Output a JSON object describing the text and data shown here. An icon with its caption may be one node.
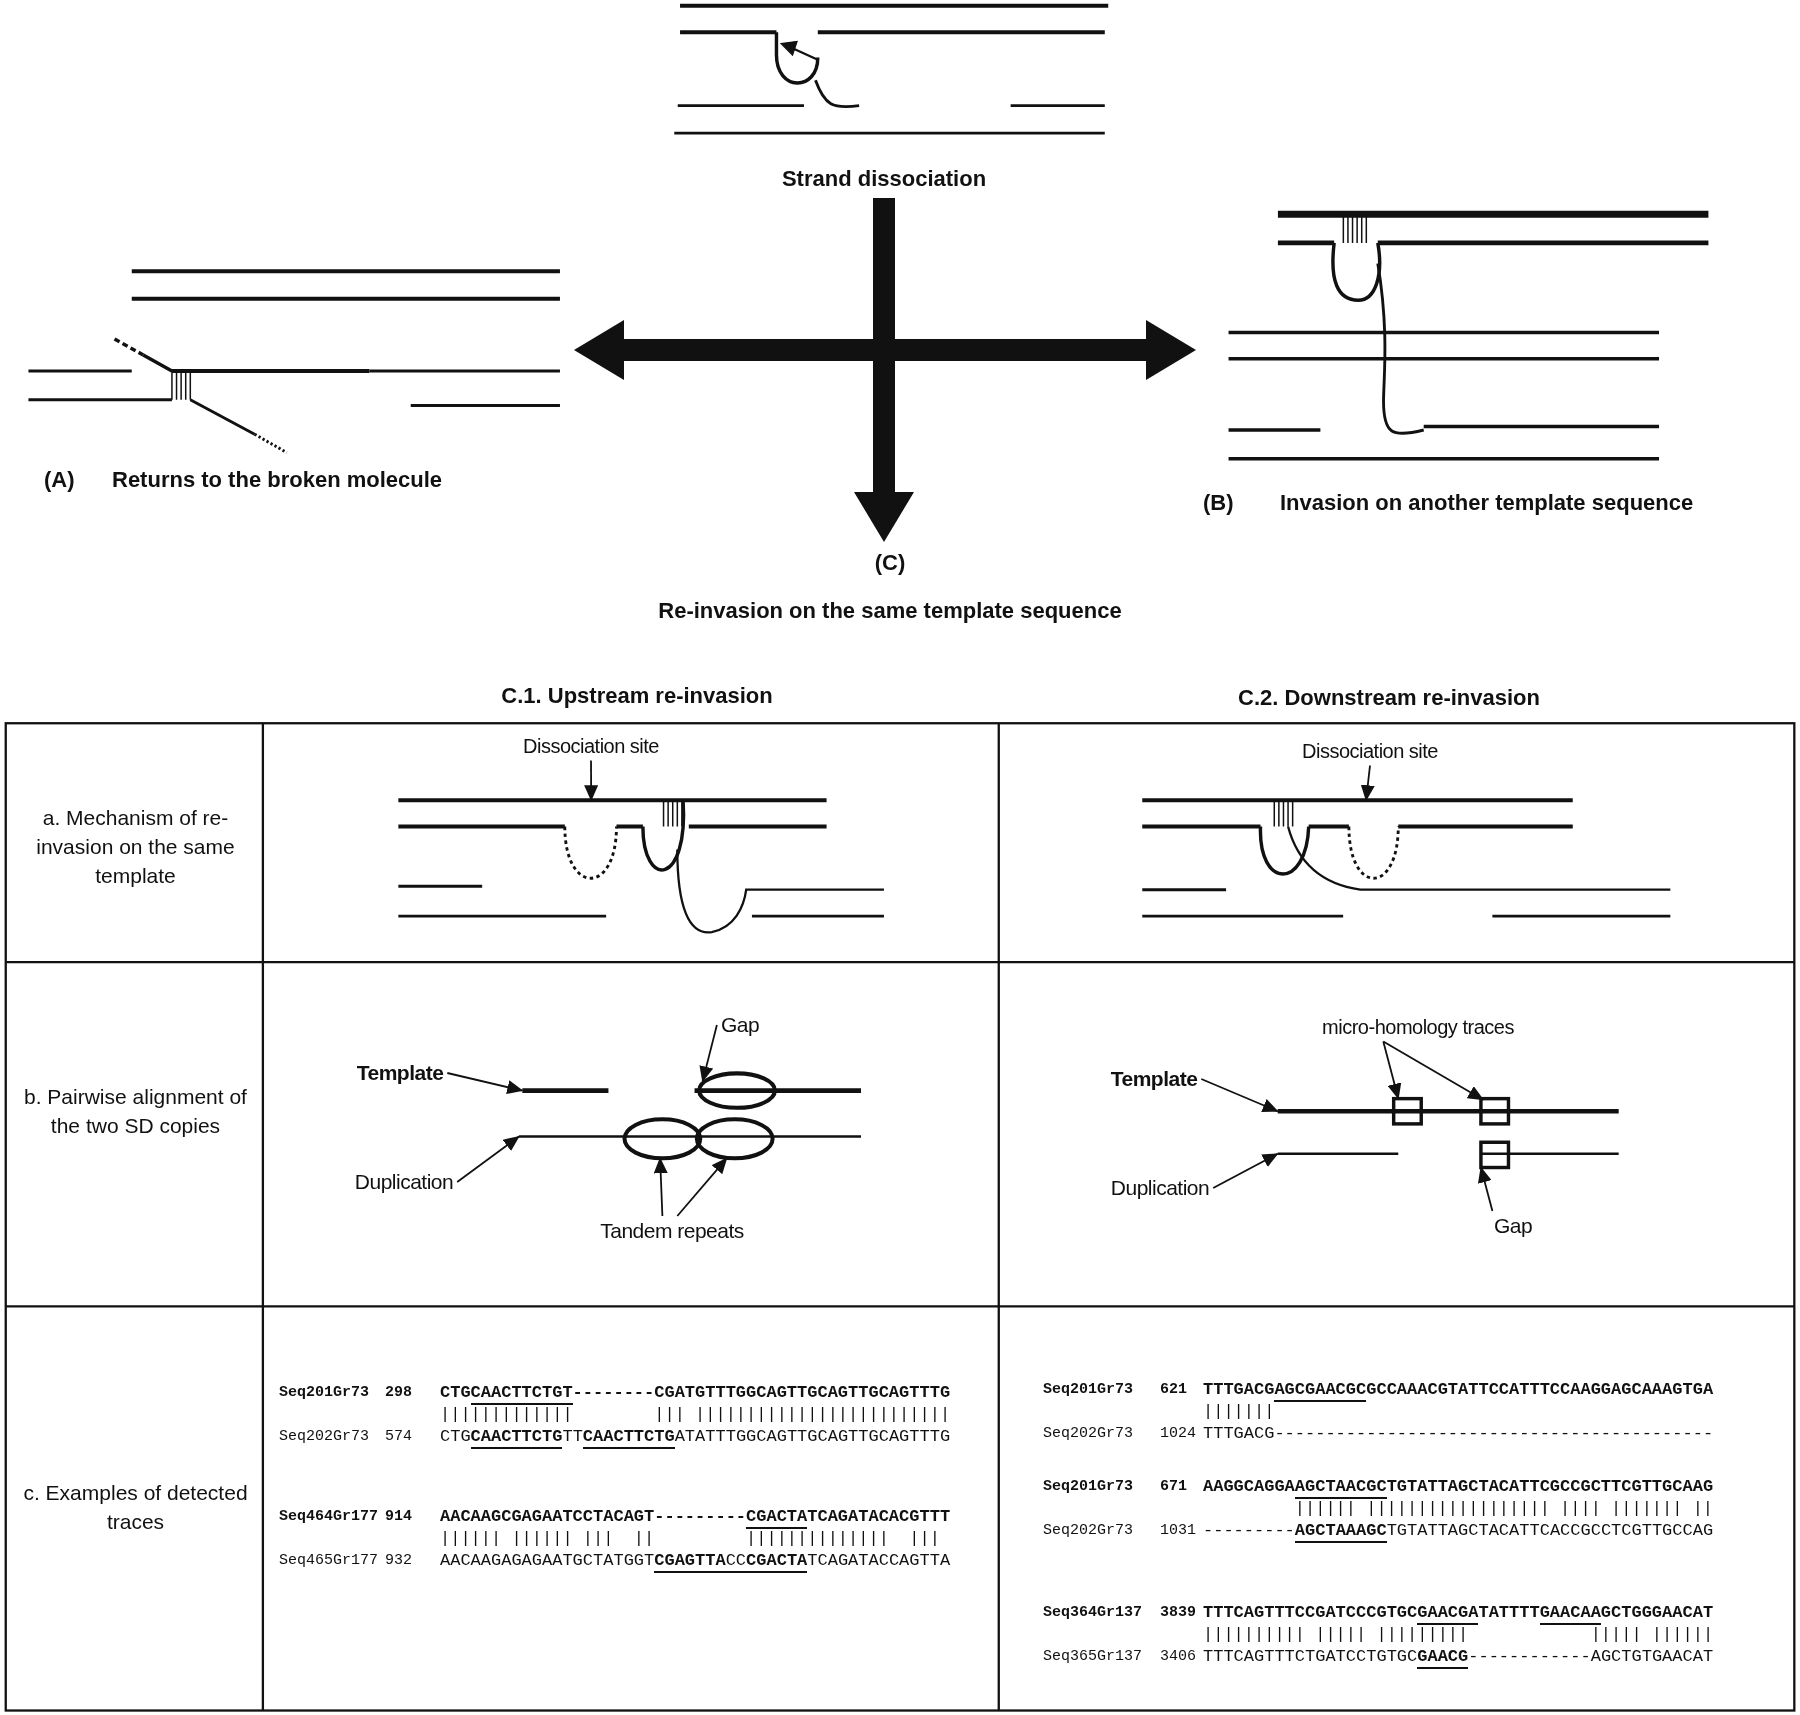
{
  "diagram": {
    "nodes": [
      {
        "text": [
          "Strand dissociation"
        ]
      },
      {
        "text": [
          "(A)",
          "Returns to the broken molecule"
        ]
      },
      {
        "text": [
          "(B)",
          "Invasion on another template sequence"
        ]
      },
      {
        "text": [
          "(C)",
          "Re-invasion on the same template sequence"
        ]
      },
      {
        "text": [
          "Dissociation site"
        ]
      },
      {
        "text": [
          "Dissociation site"
        ]
      },
      {
        "text": [
          "Gap"
        ]
      },
      {
        "text": [
          "Template"
        ]
      },
      {
        "text": [
          "Duplication"
        ]
      },
      {
        "text": [
          "Tandem repeats"
        ]
      },
      {
        "text": [
          "micro-homology traces"
        ]
      },
      {
        "text": [
          "Template"
        ]
      },
      {
        "text": [
          "Duplication"
        ]
      },
      {
        "text": [
          "Gap"
        ]
      },
      {
        "text": [],
        "shape": "line"
      },
      {
        "text": [],
        "shape": "line"
      },
      {
        "text": [],
        "shape": "ellipse"
      },
      {
        "text": [],
        "shape": "line"
      },
      {
        "text": [],
        "shape": "line"
      },
      {
        "text": [],
        "shape": "ellipse"
      },
      {
        "text": [],
        "shape": "ellipse"
      },
      {
        "text": [],
        "shape": "box"
      },
      {
        "text": [],
        "shape": "box"
      },
      {
        "text": [],
        "shape": "line"
      },
      {
        "text": [],
        "shape": "line"
      },
      {
        "text": [],
        "shape": "box"
      }
    ],
    "edges": [
      {
        "from": 0,
        "to": 1,
        "arrow": "to",
        "style": "thick"
      },
      {
        "from": 0,
        "to": 2,
        "arrow": "to",
        "style": "thick"
      },
      {
        "from": 0,
        "to": 3,
        "arrow": "to",
        "style": "thick"
      },
      {
        "from": 4,
        "to": 14,
        "arrow": "to"
      },
      {
        "from": 5,
        "to": 15,
        "arrow": "to"
      },
      {
        "from": 6,
        "to": 16,
        "arrow": "to"
      },
      {
        "from": 7,
        "to": 17,
        "arrow": "to"
      },
      {
        "from": 8,
        "to": 18,
        "arrow": "to"
      },
      {
        "from": 9,
        "to": 19,
        "arrow": "to"
      },
      {
        "from": 9,
        "to": 20,
        "arrow": "to"
      },
      {
        "from": 10,
        "to": 21,
        "arrow": "to"
      },
      {
        "from": 10,
        "to": 22,
        "arrow": "to"
      },
      {
        "from": 11,
        "to": 23,
        "arrow": "to"
      },
      {
        "from": 12,
        "to": 24,
        "arrow": "to"
      },
      {
        "from": 13,
        "to": 25,
        "arrow": "to"
      }
    ],
    "labels": [
      "C.1. Upstream re-invasion",
      "C.2. Downstream re-invasion",
      "a. Mechanism of re-invasion on the same template",
      "b. Pairwise alignment of the two SD copies",
      "c. Examples of detected traces",
      "Seq201Gr73",
      "298",
      "CTGCAACTTCTGT--------CGATGTTTGGCAGTTGCAGTTGCAGTTTG",
      "|||||||||||||        ||| |||||||||||||||||||||||||",
      "Seq202Gr73",
      "574",
      "CTG**CAACTTCTG**TT**CAACTTCTG**ATATTTGGCAGTTGCAGTTGCAGTTTG",
      "Seq464Gr177",
      "914",
      "AACAAGCGAGAATCCTACAGT---------CGACTATCAGATACACGTTT",
      "|||||| |||||| |||  ||         ||||||||||||||  |||",
      "Seq465Gr177",
      "932",
      "AACAAGAGAGAATGCTATGGT**CGAGTTA**CC**CGACTA**TCAGATACCAGTTA",
      "Seq201Gr73",
      "621",
      "TTTGACGAGCGAACGCGCCAAACGTATTCCATTTCCAAGGAGCAAAGTGA",
      "|||||||",
      "Seq202Gr73",
      "1024",
      "TTTGACG-------------------------------------------",
      "Seq201Gr73",
      "671",
      "AAGGCAGGAAGCTAACGCTGTATTAGCTACATTCGCCGCTTCGTTGCAAG",
      "|||||| |||||||||||||||||| |||| ||||||| ||",
      "Seq202Gr73",
      "1031",
      "---------**AGCTAAAGC**TGTATTAGCTACATTCACCGCCTCGTTGCCAG",
      "Seq364Gr137",
      "3839",
      "TTTCAGTTTCCGATCCCGTGCGAACGATATTTTGAACAAGCTGGGAACAT",
      "|||||||||| ||||| |||||||||            ||||| ||||||",
      "Seq365Gr137",
      "3406",
      "TTTCAGTTTCTGATCCTGTGC**GAACG**------------AGCTGTGAACAT"
    ]
  }
}
